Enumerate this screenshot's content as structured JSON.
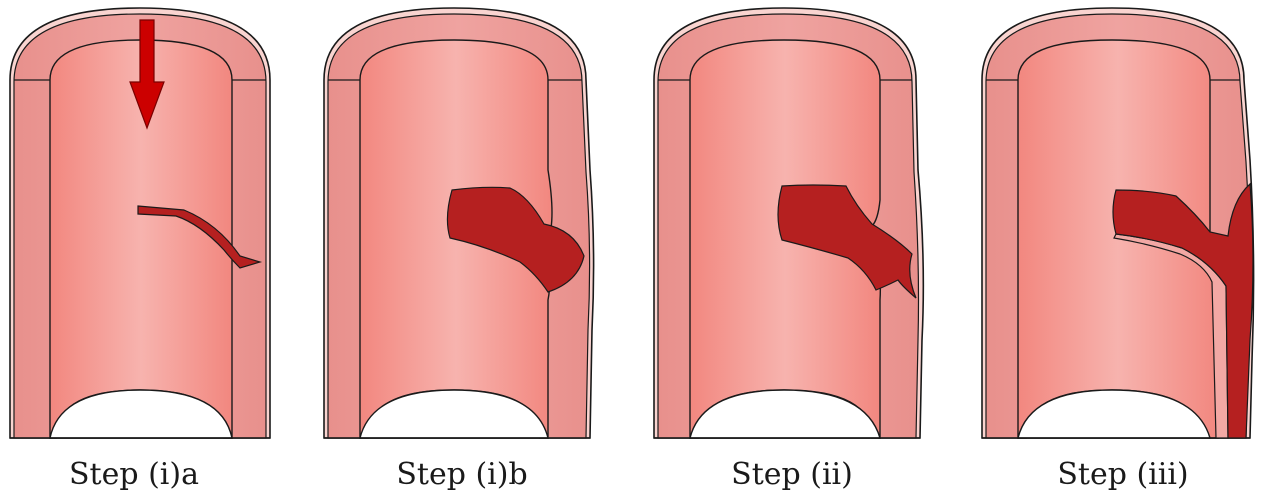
{
  "steps": [
    {
      "label": "Step (i)a"
    },
    {
      "label": "Step (i)b"
    },
    {
      "label": "Step (ii)"
    },
    {
      "label": "Step (iii)"
    }
  ],
  "colors": {
    "wall": "#ec9b98",
    "wall_top": "#e89590",
    "lumen_edge": "#f2877f",
    "lumen_center": "#f7b3ae",
    "adventitia": "#f9d4d0",
    "tear": "#b52020",
    "arrow": "#cc0000",
    "outline": "#1a1a1a"
  }
}
